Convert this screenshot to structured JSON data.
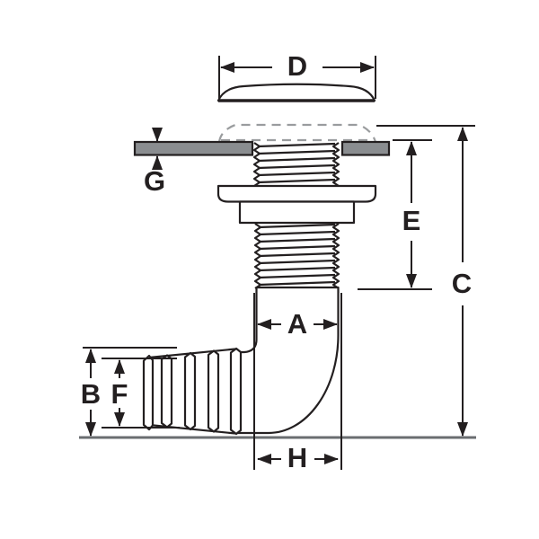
{
  "figure": {
    "kind": "engineering-dimension-drawing",
    "subject": "90-degree thru-hull elbow hose fitting cross-section with mounting panel",
    "dimension_labels": [
      "A",
      "B",
      "C",
      "D",
      "E",
      "F",
      "G",
      "H"
    ]
  },
  "labels": {
    "A": "A",
    "B": "B",
    "C": "C",
    "D": "D",
    "E": "E",
    "F": "F",
    "G": "G",
    "H": "H"
  },
  "colors": {
    "line": "#231f20",
    "text": "#231f20",
    "panel_fill": "#8a8d90",
    "dashed_outline": "#9a9c9e",
    "datum_line": "#6a6d70",
    "background": "#ffffff"
  }
}
